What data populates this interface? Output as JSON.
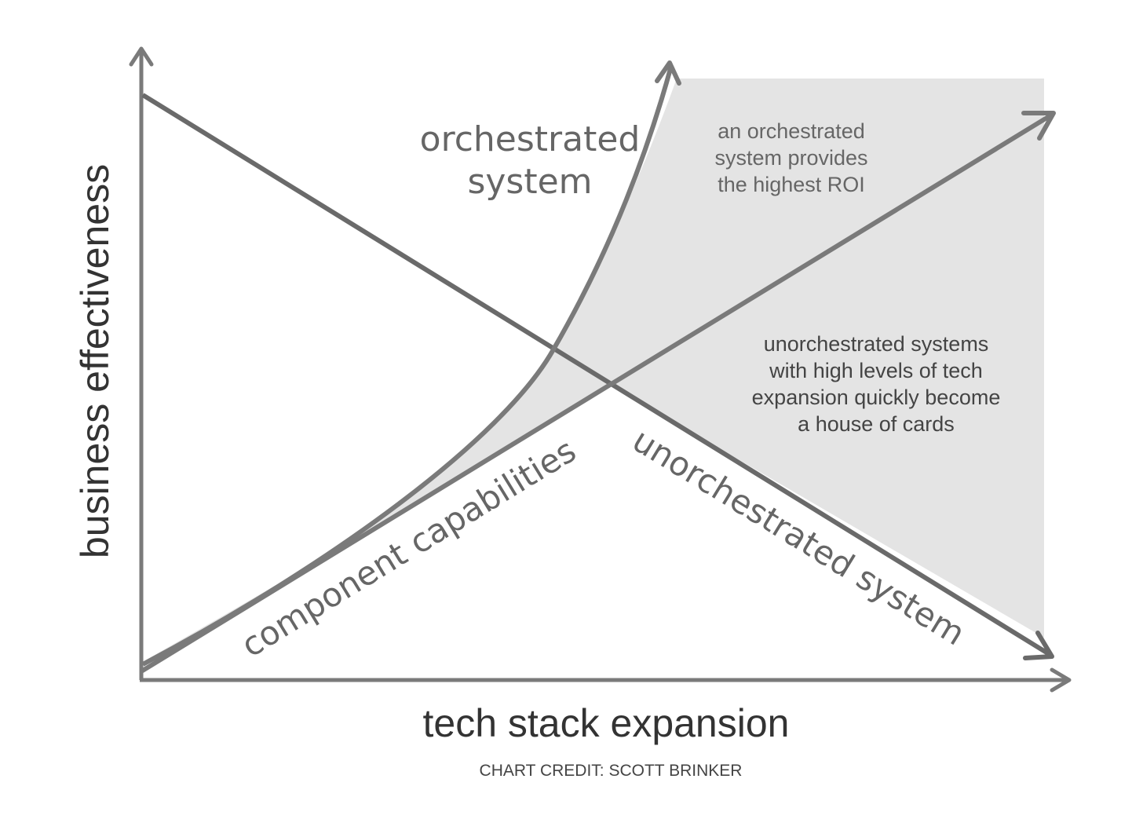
{
  "chart": {
    "y_axis_label": "business effectiveness",
    "x_axis_label": "tech stack expansion",
    "credit": "CHART CREDIT: SCOTT BRINKER"
  },
  "curves": {
    "orchestrated": {
      "label_line1": "orchestrated",
      "label_line2": "system"
    },
    "component": {
      "label": "component capabilities"
    },
    "unorchestrated": {
      "label": "unorchestrated system"
    }
  },
  "callouts": {
    "roi": {
      "line1": "an orchestrated",
      "line2": "system provides",
      "line3": "the highest ROI"
    },
    "house_of_cards": {
      "line1": "unorchestrated systems",
      "line2": "with high levels of tech",
      "line3": "expansion quickly become",
      "line4": "a house of cards"
    }
  },
  "colors": {
    "line": "#6e6e6e",
    "axis": "#7a7a7a",
    "shade": "#e4e4e4",
    "text_dark": "#333333",
    "text_mid": "#666666"
  }
}
